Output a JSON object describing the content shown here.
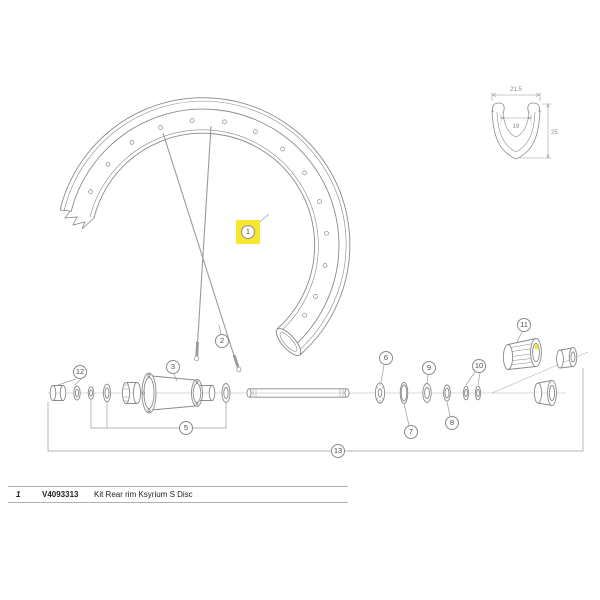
{
  "diagram": {
    "callouts": [
      {
        "num": "1",
        "highlighted": true
      },
      {
        "num": "2",
        "highlighted": false
      },
      {
        "num": "3",
        "highlighted": false
      },
      {
        "num": "5",
        "highlighted": false
      },
      {
        "num": "6",
        "highlighted": false
      },
      {
        "num": "7",
        "highlighted": false
      },
      {
        "num": "8",
        "highlighted": false
      },
      {
        "num": "9",
        "highlighted": false
      },
      {
        "num": "10",
        "highlighted": false
      },
      {
        "num": "11",
        "highlighted": false
      },
      {
        "num": "12",
        "highlighted": false
      },
      {
        "num": "13",
        "highlighted": false
      }
    ],
    "cross_section": {
      "dim_top_width": "21.5",
      "dim_inner_width": "19",
      "dim_height": "25"
    }
  },
  "parts_table": {
    "row": {
      "ref": "1",
      "part_number": "V4093313",
      "description": "Kit Rear rim Ksyrium S Disc"
    }
  },
  "colors": {
    "highlight_yellow": "#F7E733",
    "line_gray": "#8a8a8a"
  }
}
